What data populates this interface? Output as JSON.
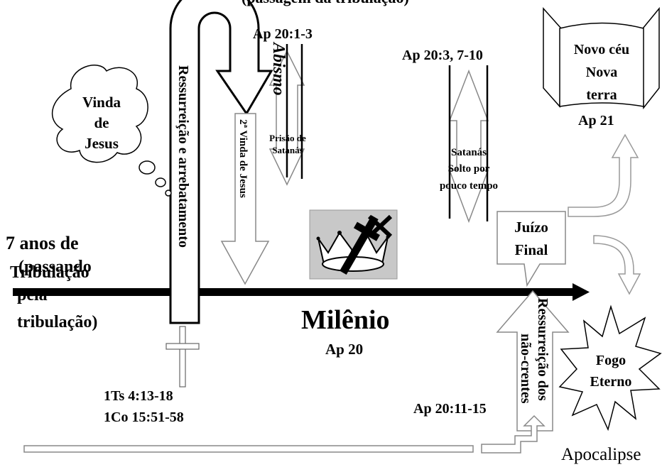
{
  "top_cut_title": "(passagem da tribulação)",
  "tribulation": {
    "label_line1": "7 anos de",
    "label_line2": "Tribulação",
    "overlay_line1": "(passando",
    "overlay_line2": "pela",
    "overlay_line3": "tribulação)"
  },
  "cloud": {
    "line1": "Vinda",
    "line2": "de",
    "line3": "Jesus"
  },
  "rapture": {
    "text": "Ressurreição e arrebatamento",
    "ref1": "1Ts 4:13-18",
    "ref2": "1Co 15:51-58"
  },
  "second_coming": {
    "text": "2ª Vinda de Jesus"
  },
  "abyss": {
    "ref": "Ap 20:1-3",
    "label": "Abismo",
    "prison_line1": "Prisão de",
    "prison_line2": "Satanás"
  },
  "satan_loosed": {
    "ref": "Ap 20:3, 7-10",
    "line1": "Satanás",
    "line2": "Solto por",
    "line3": "pouco tempo"
  },
  "millennium": {
    "label": "Milênio",
    "ref": "Ap 20"
  },
  "judgment": {
    "line1": "Juízo",
    "line2": "Final"
  },
  "resurrection_unbelievers": {
    "line1": "Ressurreição dos",
    "line2": "não-crentes",
    "ref": "Ap 20:11-15"
  },
  "new_heaven": {
    "line1": "Novo céu",
    "line2": "Nova",
    "line3": "terra",
    "ref": "Ap 21"
  },
  "eternal_fire": {
    "line1": "Fogo",
    "line2": "Eterno"
  },
  "footer": {
    "label": "Apocalipse"
  }
}
